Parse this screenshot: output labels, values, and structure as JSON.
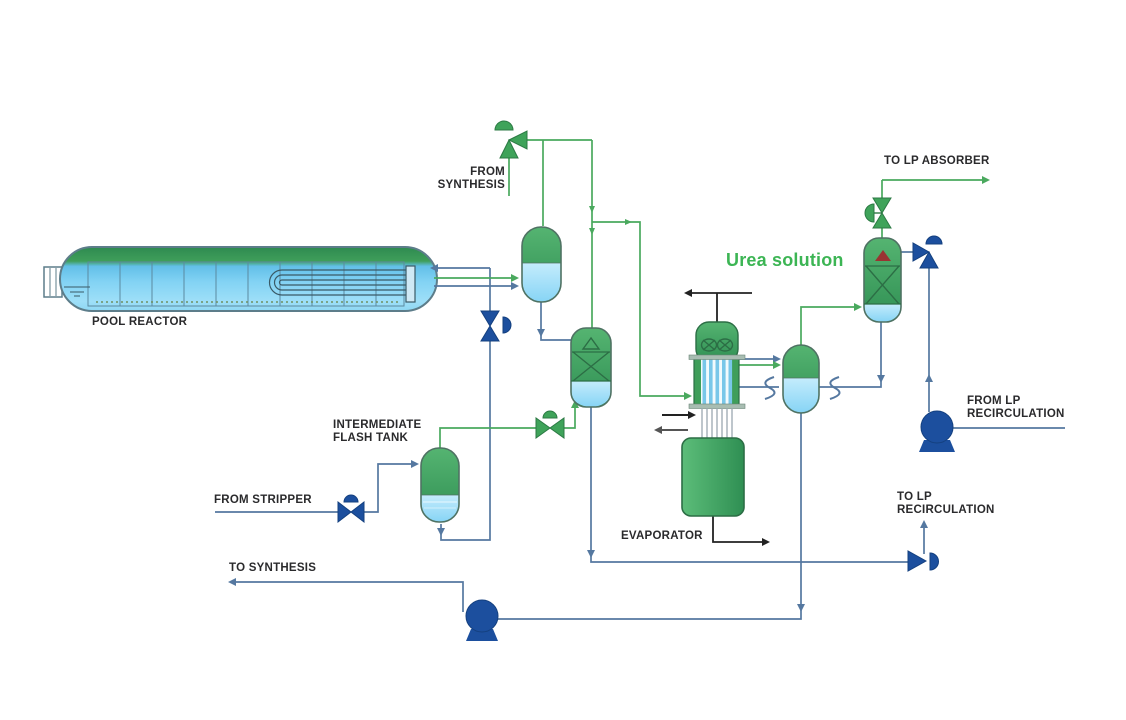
{
  "labels": {
    "pool_reactor": "POOL REACTOR",
    "from_synthesis_line1": "FROM",
    "from_synthesis_line2": "SYNTHESIS",
    "intermediate_flash_tank_line1": "INTERMEDIATE",
    "intermediate_flash_tank_line2": "FLASH TANK",
    "from_stripper": "FROM STRIPPER",
    "to_synthesis": "TO SYNTHESIS",
    "evaporator": "EVAPORATOR",
    "urea_solution": "Urea solution",
    "to_lp_absorber": "TO LP ABSORBER",
    "from_lp_recirculation_line1": "FROM LP",
    "from_lp_recirculation_line2": "RECIRCULATION",
    "to_lp_recirculation_line1": "TO LP",
    "to_lp_recirculation_line2": "RECIRCULATION"
  },
  "colors": {
    "green_line": "#4aa95e",
    "green_vessel": "#3f9e5a",
    "navy_equipment": "#1c4f9e",
    "steel_line": "#5578a0",
    "black_line": "#222222",
    "liquid_blue": "#8ed7f6",
    "urea_text": "#3cb554",
    "red_marker": "#993432",
    "label_text": "#2a2a2c"
  }
}
